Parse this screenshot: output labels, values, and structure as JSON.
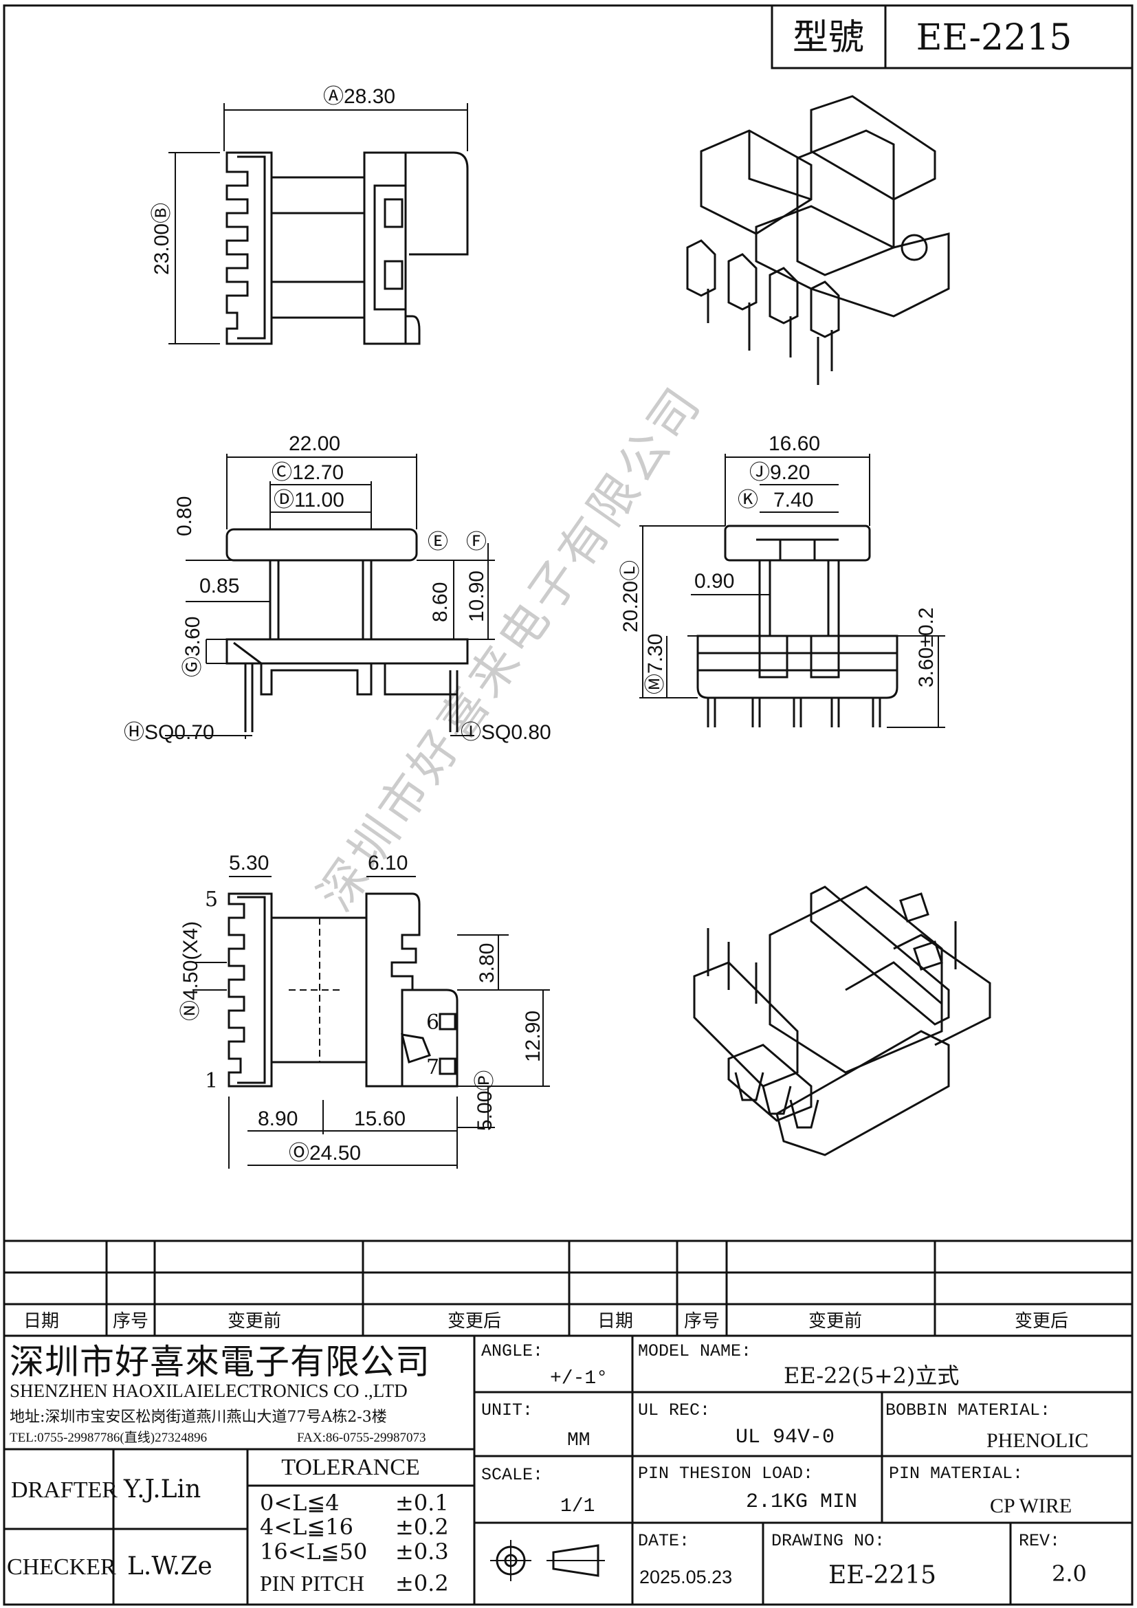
{
  "title_block": {
    "model_label": "型號",
    "model_value": "EE-2215"
  },
  "dimensions": {
    "top_view": {
      "width_a": "Ⓐ28.30",
      "height_b": "23.00Ⓑ"
    },
    "front_view": {
      "w22": "22.00",
      "c": "Ⓒ12.70",
      "d": "Ⓓ11.00",
      "w080": "0.80",
      "w085": "0.85",
      "h860": "8.60",
      "h1090": "10.90",
      "g360": "Ⓖ3.60",
      "e_mark": "Ⓔ",
      "f_mark": "Ⓕ",
      "h_sq": "ⒽSQ0.70",
      "i_sq": "ⒾSQ0.80"
    },
    "side_view": {
      "w1660": "16.60",
      "j": "Ⓙ9.20",
      "k_mark": "Ⓚ",
      "k": "7.40",
      "h2020": "20.20Ⓛ",
      "w090": "0.90",
      "m730": "Ⓜ7.30",
      "h360": "3.60±0.2"
    },
    "bottom_view": {
      "w530": "5.30",
      "w610": "6.10",
      "pitch": "Ⓝ4.50(X4)",
      "h380": "3.80",
      "h1290": "12.90",
      "w890": "8.90",
      "w1560": "15.60",
      "o": "Ⓞ24.50",
      "p": "5.00Ⓟ",
      "pin5": "5",
      "pin1": "1",
      "pin6": "6",
      "pin7": "7"
    }
  },
  "watermark": "深圳市好喜来电子有限公司",
  "revision_table": {
    "headers": [
      "日期",
      "序号",
      "变更前",
      "变更后",
      "日期",
      "序号",
      "变更前",
      "变更后"
    ]
  },
  "company": {
    "name_cn": "深圳市好喜來電子有限公司",
    "name_en": "SHENZHEN  HAOXILAIELECTRONICS  CO .,LTD",
    "address": "地址:深圳市宝安区松岗街道燕川燕山大道77号A栋2-3楼",
    "tel": "TEL:0755-29987786(直线)27324896",
    "fax": "FAX:86-0755-29987073"
  },
  "drafter": {
    "label": "DRAFTER",
    "value": "Y.J.Lin"
  },
  "checker": {
    "label": "CHECKER",
    "value": "L.W.Ze"
  },
  "tolerance": {
    "title": "TOLERANCE",
    "rows": [
      {
        "range": "0<L≦4",
        "value": "±0.1"
      },
      {
        "range": "4<L≦16",
        "value": "±0.2"
      },
      {
        "range": "16<L≦50",
        "value": "±0.3"
      },
      {
        "range": "PIN PITCH",
        "value": "±0.2"
      }
    ]
  },
  "fields": {
    "angle_label": "ANGLE:",
    "angle_value": "+/-1°",
    "unit_label": "UNIT:",
    "unit_value": "MM",
    "scale_label": "SCALE:",
    "scale_value": "1/1",
    "model_name_label": "MODEL NAME:",
    "model_name_value": "EE-22(5+2)立式",
    "ul_label": "UL REC:",
    "ul_value": "UL 94V-0",
    "bobbin_label": "BOBBIN MATERIAL:",
    "bobbin_value": "PHENOLIC",
    "pin_tension_label": "PIN THESION LOAD:",
    "pin_tension_value": "2.1KG MIN",
    "pin_material_label": "PIN MATERIAL:",
    "pin_material_value": "CP  WIRE",
    "date_label": "DATE:",
    "date_value": "2025.05.23",
    "drawing_no_label": "DRAWING NO:",
    "drawing_no_value": "EE-2215",
    "rev_label": "REV:",
    "rev_value": "2.0"
  }
}
